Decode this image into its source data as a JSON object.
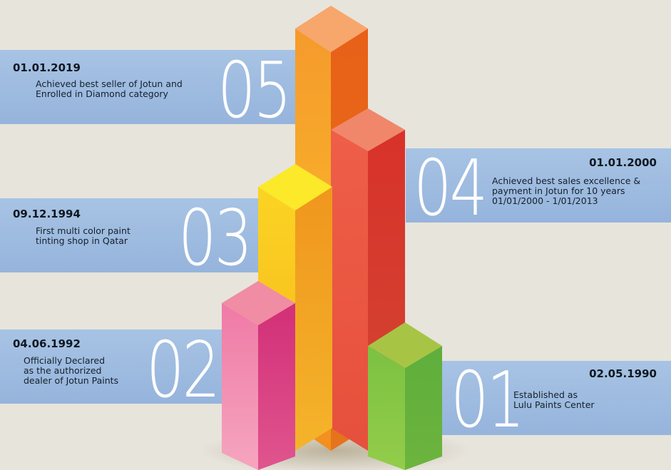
{
  "milestones": [
    {
      "number": "01",
      "date": "02.05.1990",
      "description": [
        "Established as",
        "Lulu Paints Center"
      ],
      "color": "#7cc142"
    },
    {
      "number": "02",
      "date": "04.06.1992",
      "description": [
        "Officially Declared",
        "as the authorized",
        "dealer of Jotun Paints"
      ],
      "color": "#e5508a"
    },
    {
      "number": "03",
      "date": "09.12.1994",
      "description": [
        "First multi color paint",
        "tinting shop in Qatar"
      ],
      "color": "#f7c41a"
    },
    {
      "number": "04",
      "date": "01.01.2000",
      "description": [
        "Achieved best sales excellence &",
        "payment in Jotun for 10 years",
        "01/01/2000 - 1/01/2013"
      ],
      "color": "#e8453b"
    },
    {
      "number": "05",
      "date": "01.01.2019",
      "description": [
        "Achieved best seller of Jotun and",
        "Enrolled in Diamond category"
      ],
      "color": "#f38a1f"
    }
  ]
}
